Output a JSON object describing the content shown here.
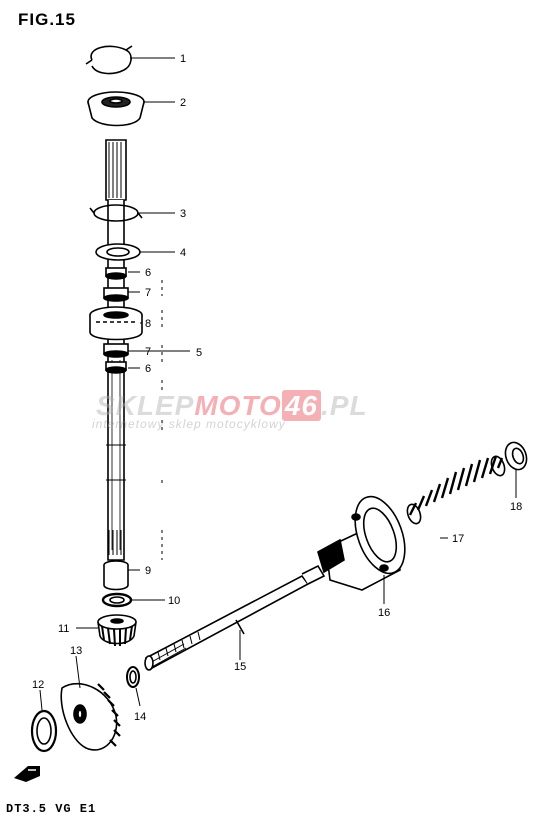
{
  "figure": {
    "title": "FIG.15",
    "model_code": "DT3.5 VG E1"
  },
  "watermark": {
    "brand_part1": "SKLEP",
    "brand_part2": "MOTO",
    "brand_number": "46",
    "brand_suffix": ".PL",
    "tagline": "internetowy sklep motocyklowy"
  },
  "callouts": {
    "n1": "1",
    "n2": "2",
    "n3": "3",
    "n4": "4",
    "n5": "5",
    "n6a": "6",
    "n6b": "6",
    "n7a": "7",
    "n7b": "7",
    "n8": "8",
    "n9": "9",
    "n10": "10",
    "n11": "11",
    "n12": "12",
    "n13": "13",
    "n14": "14",
    "n15": "15",
    "n16": "16",
    "n17": "17",
    "n18": "18"
  },
  "colors": {
    "ink": "#000000",
    "background": "#ffffff",
    "watermark_red": "#e6505a"
  },
  "icons": {
    "arrow": "arrow-icon"
  }
}
